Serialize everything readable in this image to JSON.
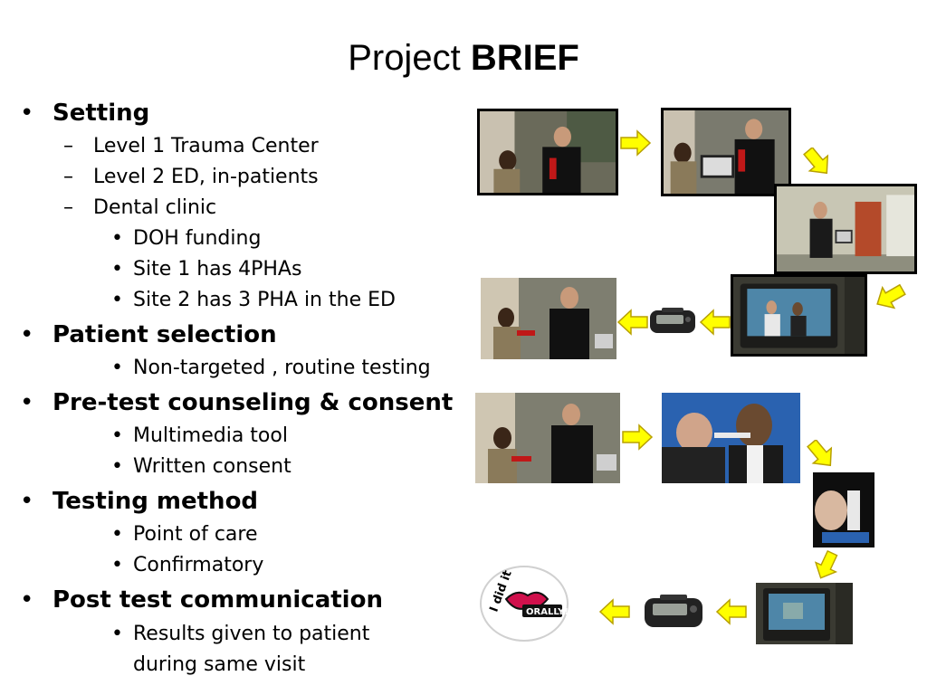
{
  "slide": {
    "title_prefix": "Project",
    "title_strong": "BRIEF"
  },
  "bullets": [
    {
      "level": 1,
      "text": "Setting"
    },
    {
      "level": 2,
      "text": "Level 1 Trauma Center"
    },
    {
      "level": 2,
      "text": "Level 2 ED, in-patients"
    },
    {
      "level": 2,
      "text": "Dental clinic"
    },
    {
      "level": 3,
      "text": "DOH funding"
    },
    {
      "level": 3,
      "text": "Site 1 has 4PHAs"
    },
    {
      "level": 3,
      "text": "Site 2 has 3 PHA in the ED"
    },
    {
      "level": 1,
      "text": "Patient selection"
    },
    {
      "level": 3,
      "text": "Non-targeted , routine testing"
    },
    {
      "level": 1,
      "text": "Pre-test counseling & consent"
    },
    {
      "level": 3,
      "text": "Multimedia tool"
    },
    {
      "level": 3,
      "text": "Written consent"
    },
    {
      "level": 1,
      "text": "Testing method"
    },
    {
      "level": 3,
      "text": "Point of care"
    },
    {
      "level": 3,
      "text": "Confirmatory"
    },
    {
      "level": 1,
      "text": "Post test communication"
    },
    {
      "level": 3,
      "text": "Results  given to patient"
    },
    {
      "level": 3,
      "text": "during same visit"
    }
  ],
  "markers": {
    "level1": "•",
    "level2": "–",
    "level3": "•"
  },
  "badge": {
    "line1": "I did it",
    "line2": "ORALLY!"
  },
  "colors": {
    "arrow_fill": "#ffff00",
    "arrow_stroke": "#b8a000",
    "lips": "#d0104c"
  }
}
